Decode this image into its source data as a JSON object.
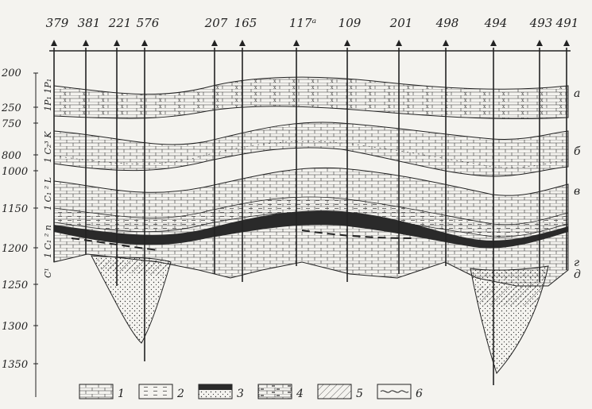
{
  "wells": [
    {
      "label": "379"
    },
    {
      "label": "381"
    },
    {
      "label": "221"
    },
    {
      "label": "576"
    },
    {
      "label": "207"
    },
    {
      "label": "165"
    },
    {
      "label": "117ᵃ"
    },
    {
      "label": "109"
    },
    {
      "label": "201"
    },
    {
      "label": "498"
    },
    {
      "label": "494"
    },
    {
      "label": "493"
    },
    {
      "label": "491"
    }
  ],
  "depth_axis": [
    "200",
    "250",
    "750",
    "800",
    "1000",
    "1150",
    "1200",
    "1250",
    "1300",
    "1350"
  ],
  "strat_labels": [
    "1P₁ 1P₁",
    "1 C₂³ K",
    "1 C₁ ² L",
    "1 C₁ ² n",
    "C¹"
  ],
  "horizons": [
    "а",
    "б",
    "в",
    "г",
    "д"
  ],
  "legend": [
    {
      "num": "1",
      "icon": "limestone-pattern"
    },
    {
      "num": "2",
      "icon": "clay-pattern"
    },
    {
      "num": "3",
      "icon": "sandstone-pattern"
    },
    {
      "num": "4",
      "icon": "marl-pattern"
    },
    {
      "num": "5",
      "icon": "hatched-pattern"
    },
    {
      "num": "6",
      "icon": "wavy-line-pattern"
    }
  ],
  "colors": {
    "ink": "#222222",
    "paper": "#f4f3ef"
  }
}
